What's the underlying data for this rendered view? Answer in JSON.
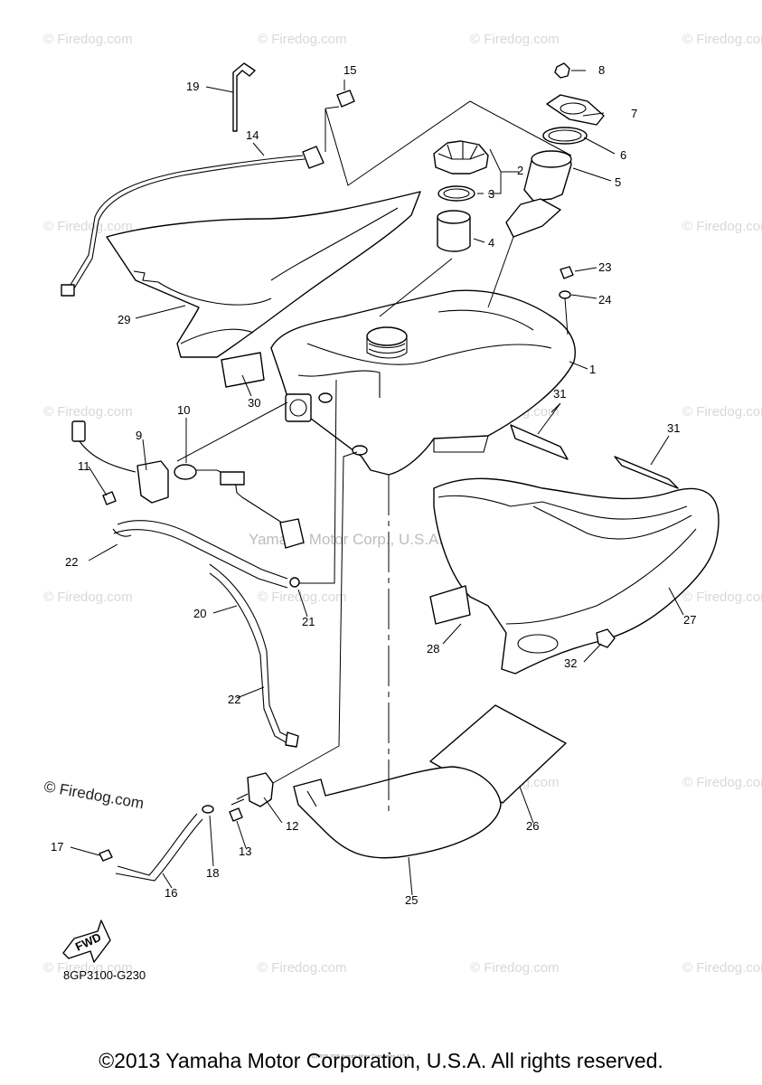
{
  "watermarks": {
    "firedog": "© Firedog.com",
    "firedog_large": "© Firedog.com",
    "center": "Yamaha Motor Corp., U.S.A.",
    "fine_print": "(c) 2005-2015 Yamaha Motor Corporation, U.S.A."
  },
  "diagram": {
    "code": "8GP3100-G230",
    "fwd_label": "FWD",
    "callouts": [
      "1",
      "2",
      "3",
      "4",
      "5",
      "6",
      "7",
      "8",
      "9",
      "10",
      "11",
      "12",
      "13",
      "14",
      "15",
      "16",
      "17",
      "18",
      "19",
      "20",
      "21",
      "22",
      "22",
      "23",
      "24",
      "25",
      "26",
      "27",
      "28",
      "29",
      "30",
      "31",
      "31",
      "32"
    ]
  },
  "footer": {
    "copyright": "©2013 Yamaha Motor Corporation, U.S.A. All rights reserved."
  }
}
